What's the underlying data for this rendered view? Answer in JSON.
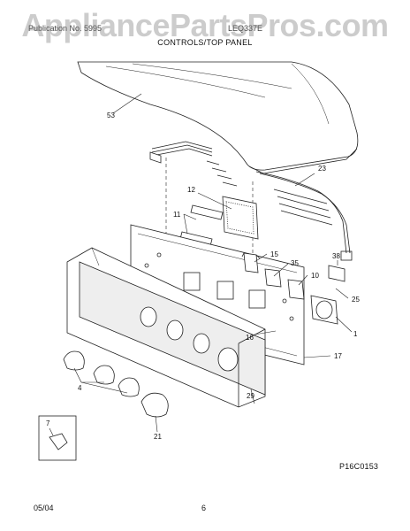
{
  "watermark": "AppliancePartsPros.com",
  "header": {
    "publication_text": "Publication No. 5995",
    "model": "LEQ337E"
  },
  "section_title": "CONTROLS/TOP PANEL",
  "callouts": {
    "c53": "53",
    "c23": "23",
    "c12": "12",
    "c11": "11",
    "c38": "38",
    "c15": "15",
    "c35": "35",
    "c10": "10",
    "c25": "25",
    "c1": "1",
    "c16": "16",
    "c17": "17",
    "c4": "4",
    "c29": "29",
    "c7": "7",
    "c21": "21"
  },
  "figure_code": "P16C0153",
  "footer": {
    "date": "05/04",
    "page_number": "6"
  }
}
